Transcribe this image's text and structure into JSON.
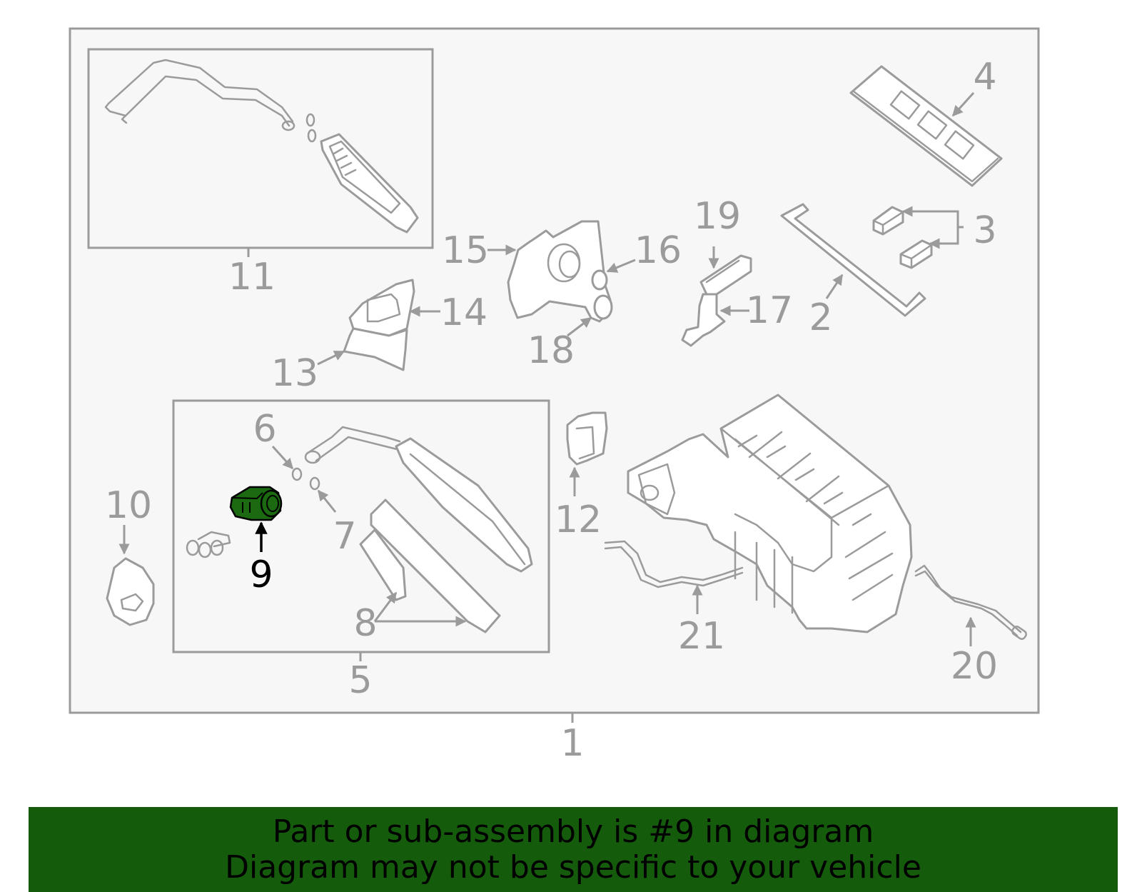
{
  "colors": {
    "panel_bg": "#f7f7f7",
    "line_gray": "#9b9b9b",
    "highlight_part": "#1b6a12",
    "banner_bg": "#145c0c",
    "banner_text": "#000000"
  },
  "callouts": {
    "c1": "1",
    "c2": "2",
    "c3": "3",
    "c4": "4",
    "c5": "5",
    "c6": "6",
    "c7": "7",
    "c8": "8",
    "c9": "9",
    "c10": "10",
    "c11": "11",
    "c12": "12",
    "c13": "13",
    "c14": "14",
    "c15": "15",
    "c16": "16",
    "c17": "17",
    "c18": "18",
    "c19": "19",
    "c20": "20",
    "c21": "21"
  },
  "highlighted_callout": "9",
  "banner": {
    "line1": "Part or sub-assembly is #9 in diagram",
    "line2": "Diagram may not be specific to your vehicle"
  }
}
